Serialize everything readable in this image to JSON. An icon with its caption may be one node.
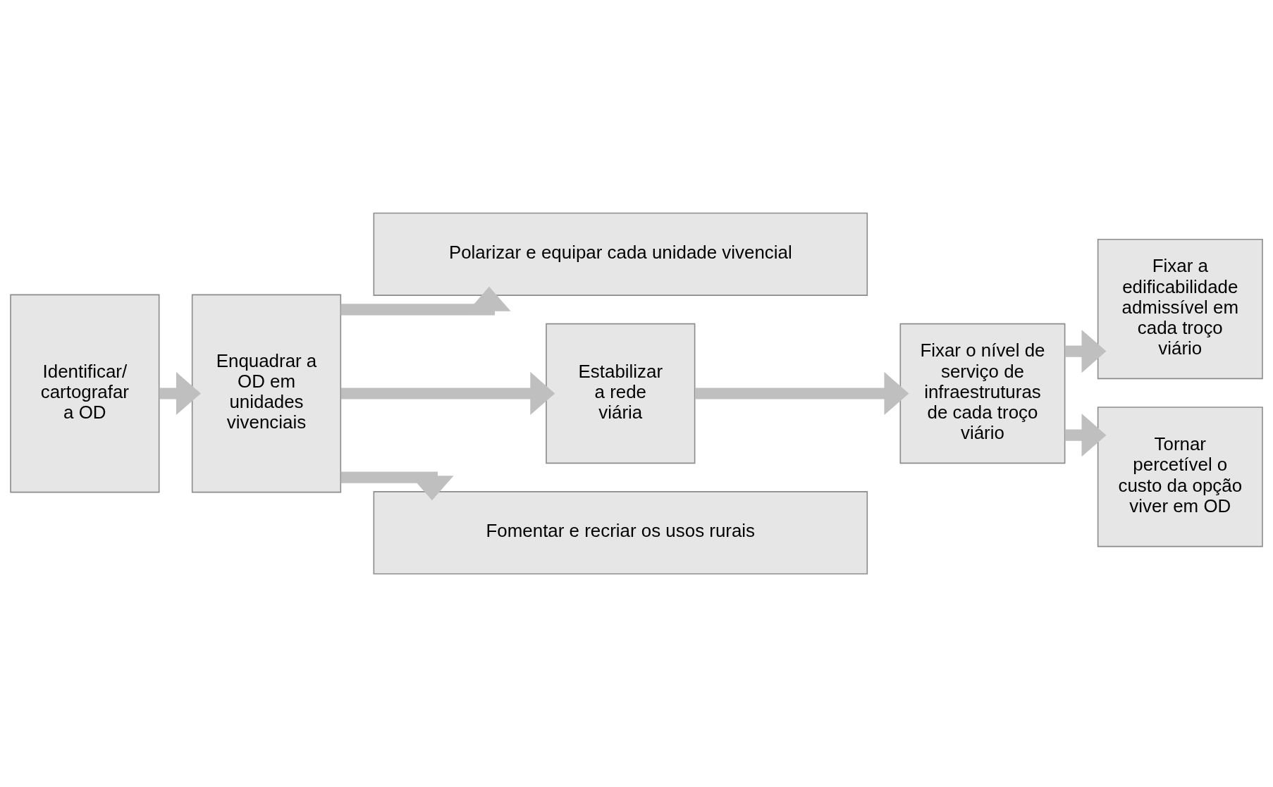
{
  "diagram": {
    "nodes": [
      {
        "text": [
          "Identificar/ cartografar a OD"
        ]
      },
      {
        "text": [
          "Enquadrar a OD em unidades vivenciais"
        ]
      },
      {
        "text": [
          "Polarizar e equipar cada unidade vivencial"
        ]
      },
      {
        "text": [
          "Estabilizar a rede viária"
        ]
      },
      {
        "text": [
          "Fixar o nível de serviço de infraestruturas de cada troço viário"
        ]
      },
      {
        "text": [
          "Fixar a edificabilidade admissível em cada troço viário"
        ]
      },
      {
        "text": [
          "Tornar percetível o custo da opção viver em OD"
        ]
      },
      {
        "text": [
          "Fomentar e recriar os usos rurais"
        ]
      }
    ],
    "edges": [
      {
        "from": 0,
        "to": 1,
        "arrow": "to"
      },
      {
        "from": 1,
        "to": 2,
        "arrow": "to"
      },
      {
        "from": 1,
        "to": 3,
        "arrow": "to"
      },
      {
        "from": 1,
        "to": 7,
        "arrow": "to"
      },
      {
        "from": 3,
        "to": 4,
        "arrow": "to"
      },
      {
        "from": 4,
        "to": 5,
        "arrow": "to"
      },
      {
        "from": 4,
        "to": 6,
        "arrow": "to"
      }
    ]
  }
}
